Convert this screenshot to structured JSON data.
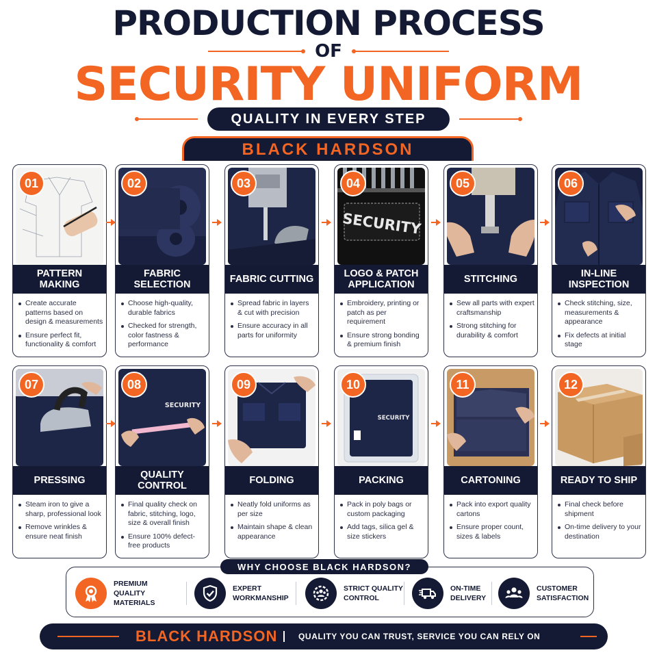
{
  "header": {
    "title_line1": "PRODUCTION PROCESS",
    "title_of": "OF",
    "title_line2": "SECURITY UNIFORM",
    "tagline": "QUALITY IN EVERY STEP",
    "brand_banner": "BLACK HARDSON"
  },
  "colors": {
    "accent": "#f26522",
    "navy": "#141a33"
  },
  "steps": [
    {
      "num": "01",
      "title": "PATTERN MAKING",
      "icon": "pattern-sketch-photo",
      "bullets": [
        "Create accurate patterns based on design & measurements",
        "Ensure perfect fit, functionality & comfort"
      ]
    },
    {
      "num": "02",
      "title": "FABRIC SELECTION",
      "icon": "fabric-rolls-photo",
      "bullets": [
        "Choose high-quality, durable fabrics",
        "Checked for strength, color fastness & performance"
      ]
    },
    {
      "num": "03",
      "title": "FABRIC CUTTING",
      "icon": "cutting-machine-photo",
      "bullets": [
        "Spread fabric in layers & cut with precision",
        "Ensure accuracy in all parts for uniformity"
      ]
    },
    {
      "num": "04",
      "title": "LOGO & PATCH APPLICATION",
      "icon": "embroidery-photo",
      "patch_text": "SECURITY",
      "bullets": [
        "Embroidery, printing or patch as per requirement",
        "Ensure strong bonding & premium finish"
      ]
    },
    {
      "num": "05",
      "title": "STITCHING",
      "icon": "sewing-machine-photo",
      "bullets": [
        "Sew all parts with expert craftsmanship",
        "Strong stitching for durability & comfort"
      ]
    },
    {
      "num": "06",
      "title": "IN-LINE INSPECTION",
      "icon": "shirt-inspection-photo",
      "bullets": [
        "Check stitching, size, measurements & appearance",
        "Fix defects at initial stage"
      ]
    },
    {
      "num": "07",
      "title": "PRESSING",
      "icon": "steam-iron-photo",
      "bullets": [
        "Steam iron to give a sharp, professional look",
        "Remove wrinkles & ensure neat finish"
      ]
    },
    {
      "num": "08",
      "title": "QUALITY CONTROL",
      "icon": "measuring-tape-photo",
      "patch_text": "SECURITY",
      "bullets": [
        "Final quality check on fabric, stitching, logo, size & overall finish",
        "Ensure 100% defect-free products"
      ]
    },
    {
      "num": "09",
      "title": "FOLDING",
      "icon": "folded-shirt-photo",
      "bullets": [
        "Neatly fold uniforms as per size",
        "Maintain shape & clean appearance"
      ]
    },
    {
      "num": "10",
      "title": "PACKING",
      "icon": "poly-bag-photo",
      "patch_text": "SECURITY",
      "bullets": [
        "Pack in poly bags or custom packaging",
        "Add tags, silica gel & size stickers"
      ]
    },
    {
      "num": "11",
      "title": "CARTONING",
      "icon": "carton-box-photo",
      "bullets": [
        "Pack into export quality cartons",
        "Ensure proper count, sizes & labels"
      ]
    },
    {
      "num": "12",
      "title": "READY TO SHIP",
      "icon": "shipping-boxes-photo",
      "bullets": [
        "Final check before shipment",
        "On-time delivery to your destination"
      ]
    }
  ],
  "why": {
    "title": "WHY CHOOSE BLACK HARDSON?",
    "items": [
      {
        "label": "PREMIUM QUALITY MATERIALS",
        "icon": "award-ribbon-icon"
      },
      {
        "label": "EXPERT WORKMANSHIP",
        "icon": "shield-check-icon"
      },
      {
        "label": "STRICT QUALITY CONTROL",
        "icon": "gear-team-icon"
      },
      {
        "label": "ON-TIME DELIVERY",
        "icon": "delivery-truck-icon"
      },
      {
        "label": "CUSTOMER SATISFACTION",
        "icon": "customers-icon"
      }
    ]
  },
  "footer": {
    "brand": "BLACK HARDSON",
    "slogan": "QUALITY YOU CAN TRUST, SERVICE YOU CAN RELY ON"
  }
}
